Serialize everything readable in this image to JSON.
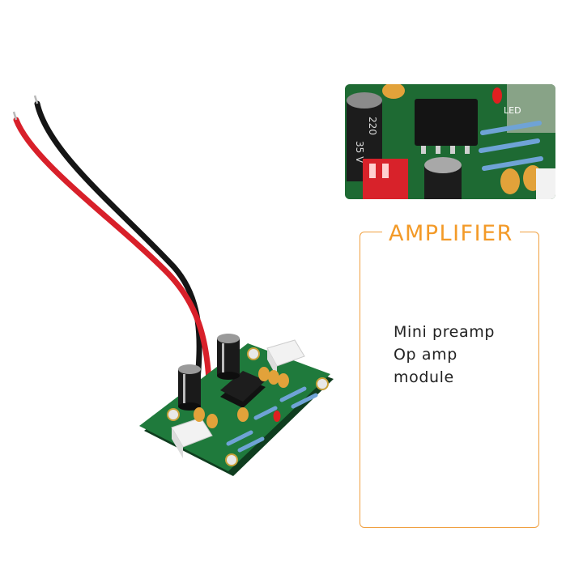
{
  "title": "AMPLIFIER",
  "description_lines": [
    "Mini preamp",
    "Op amp",
    "module"
  ],
  "colors": {
    "accent": "#f39a28",
    "frame_border": "#f0a040",
    "pcb_green": "#1f7a3c",
    "wire_red": "#d8202a",
    "wire_black": "#151515"
  },
  "board_labels": {
    "capacitor_value": "220",
    "capacitor_voltage": "35 V",
    "led_label": "LED"
  }
}
